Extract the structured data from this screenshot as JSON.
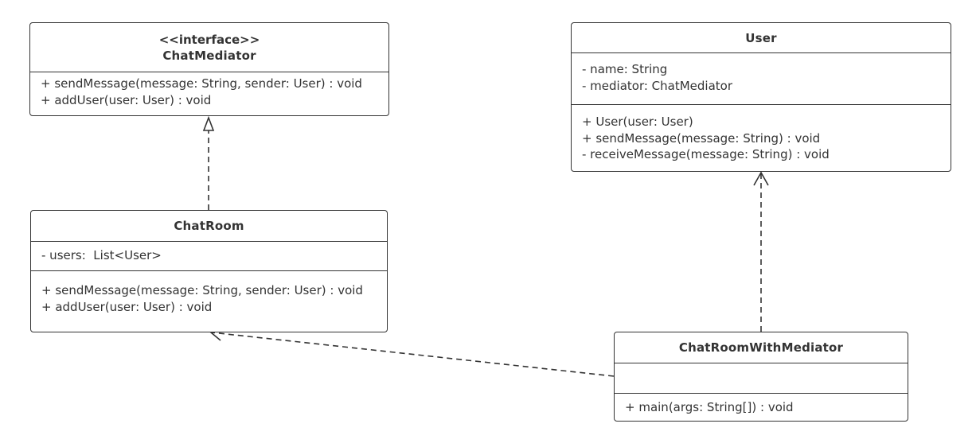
{
  "classes": {
    "chat_mediator": {
      "stereotype": "<<interface>>",
      "name": "ChatMediator",
      "attributes": [],
      "methods": [
        "+ sendMessage(message: String, sender: User) : void",
        "+ addUser(user: User) : void"
      ]
    },
    "user": {
      "name": "User",
      "attributes": [
        "- name: String",
        "- mediator: ChatMediator"
      ],
      "methods": [
        "+ User(user: User)",
        "+ sendMessage(message: String) : void",
        "- receiveMessage(message: String) : void"
      ]
    },
    "chat_room": {
      "name": "ChatRoom",
      "attributes": [
        "- users:  List<User>"
      ],
      "methods": [
        "+ sendMessage(message: String, sender: User) : void",
        "+ addUser(user: User) : void"
      ]
    },
    "chat_room_with_mediator": {
      "name": "ChatRoomWithMediator",
      "attributes": [],
      "methods": [
        "+ main(args: String[]) : void"
      ]
    }
  },
  "relationships": [
    {
      "from": "ChatRoom",
      "to": "ChatMediator",
      "type": "realization"
    },
    {
      "from": "ChatRoomWithMediator",
      "to": "User",
      "type": "dependency"
    },
    {
      "from": "ChatRoomWithMediator",
      "to": "ChatRoom",
      "type": "dependency"
    }
  ],
  "colors": {
    "stroke": "#333333",
    "background": "#ffffff"
  }
}
